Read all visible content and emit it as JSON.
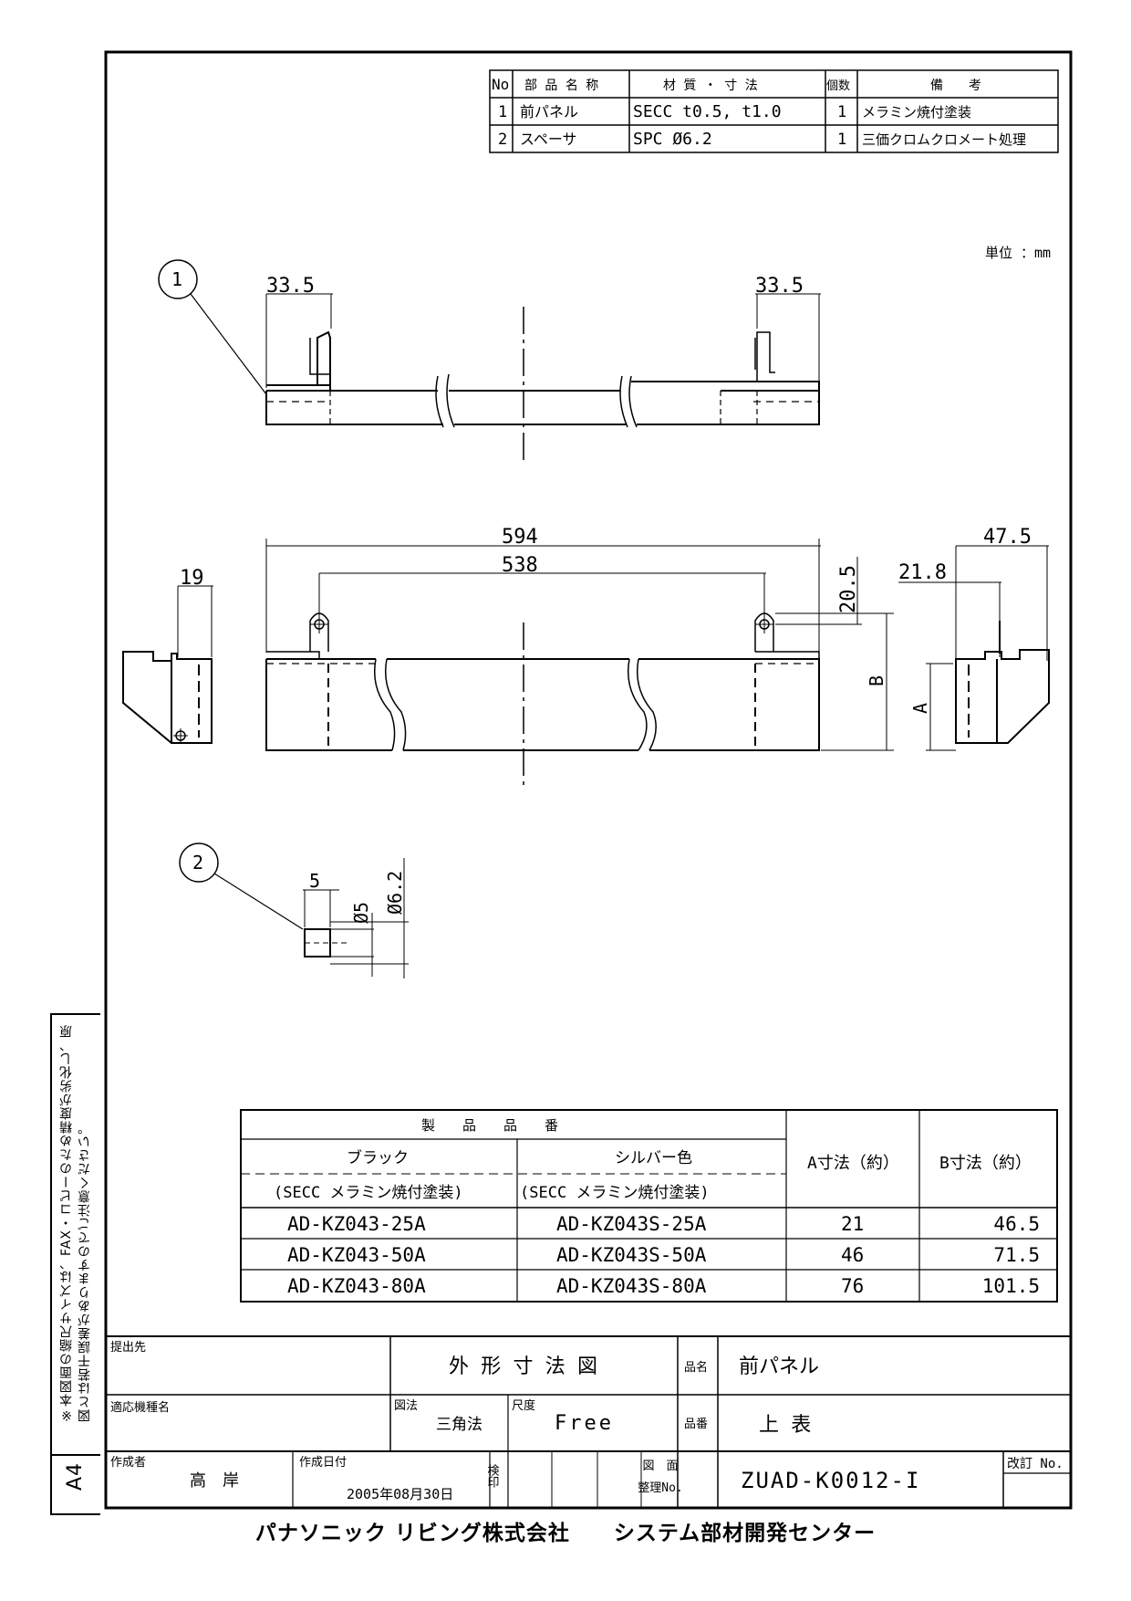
{
  "parts_table": {
    "headers": [
      "No",
      "部 品 名 称",
      "材 質 ・ 寸 法",
      "個数",
      "備　　考"
    ],
    "rows": [
      [
        "1",
        "前パネル",
        "SECC t0.5, t1.0",
        "1",
        "メラミン焼付塗装"
      ],
      [
        "2",
        "スペーサ",
        "SPC Ø6.2",
        "1",
        "三価クロムクロメート処理"
      ]
    ]
  },
  "unit_label": "単位 ：mm",
  "callouts": [
    "1",
    "2"
  ],
  "dimensions": {
    "top_left": "33.5",
    "top_right": "33.5",
    "overall_length": "594",
    "hole_pitch": "538",
    "hole_height": "20.5",
    "side_left_width": "19",
    "side_right_depth": "47.5",
    "side_right_offset": "21.8",
    "dim_b": "B",
    "dim_a": "A",
    "spacer_length": "5",
    "spacer_inner": "Ø5",
    "spacer_outer": "Ø6.2"
  },
  "product_table": {
    "title": "製　　品　　品　　番",
    "col_black": "ブラック",
    "col_black_sub": "(SECC メラミン焼付塗装)",
    "col_silver": "シルバー色",
    "col_silver_sub": "(SECC メラミン焼付塗装)",
    "col_a": "A寸法（約）",
    "col_b": "B寸法（約）",
    "rows": [
      [
        "AD-KZ043-25A",
        "AD-KZ043S-25A",
        "21",
        "46.5"
      ],
      [
        "AD-KZ043-50A",
        "AD-KZ043S-50A",
        "46",
        "71.5"
      ],
      [
        "AD-KZ043-80A",
        "AD-KZ043S-80A",
        "76",
        "101.5"
      ]
    ]
  },
  "title_block": {
    "submit_to_label": "提出先",
    "drawing_title": "外 形 寸 法 図",
    "product_name_label": "品名",
    "product_name": "前パネル",
    "model_label": "適応機種名",
    "projection_label": "図法",
    "projection": "三角法",
    "scale_label": "尺度",
    "scale": "Free",
    "part_no_label": "品番",
    "part_no": "上 表",
    "author_label": "作成者",
    "author": "高　岸",
    "date_label": "作成日付",
    "date": "2005年08月30日",
    "stamp_label": "検印",
    "drawing_no_label_1": "図　面",
    "drawing_no_label_2": "整理No.",
    "drawing_no": "ZUAD-K0012-I",
    "revision_label": "改訂 No."
  },
  "side_note": "※本図面の縮尺サイズは、FAX・コピーのため精度が劣化し、原図とは若干誤差がありますのでご注意ください。",
  "paper_size": "A4",
  "company": "パナソニック リビング株式会社　　システム部材開発センター"
}
